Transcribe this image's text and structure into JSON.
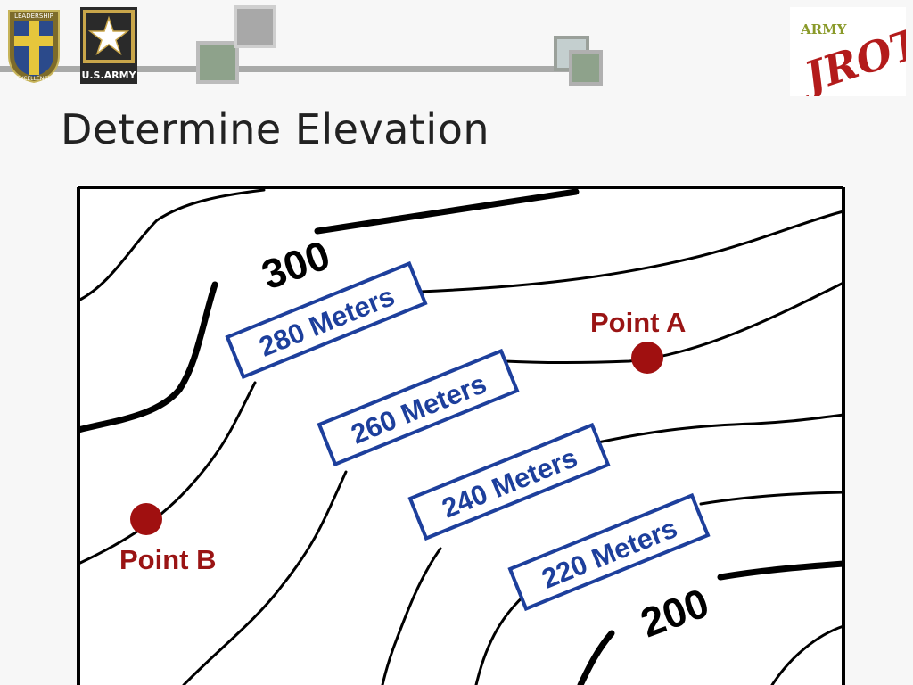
{
  "slide": {
    "title": "Determine Elevation"
  },
  "logos": {
    "leadership_badge": {
      "top_text": "LEADERSHIP",
      "bottom_text": "EXCELLENCE",
      "icon": "leadership-excellence-emblem"
    },
    "army_star": {
      "text": "U.S.ARMY",
      "icon": "army-star-emblem"
    },
    "jrotc": {
      "top_text": "ARMY",
      "main_text": "JROTC",
      "icon": "jrotc-logo"
    }
  },
  "map": {
    "contour_index_labels": [
      "300",
      "200"
    ],
    "contour_labels": [
      "280 Meters",
      "260 Meters",
      "240 Meters",
      "220 Meters"
    ],
    "points": [
      {
        "label": "Point A",
        "color": "#a01010"
      },
      {
        "label": "Point B",
        "color": "#a01010"
      }
    ],
    "label_color": "#1d3f9c",
    "point_text_color": "#9a1414"
  }
}
